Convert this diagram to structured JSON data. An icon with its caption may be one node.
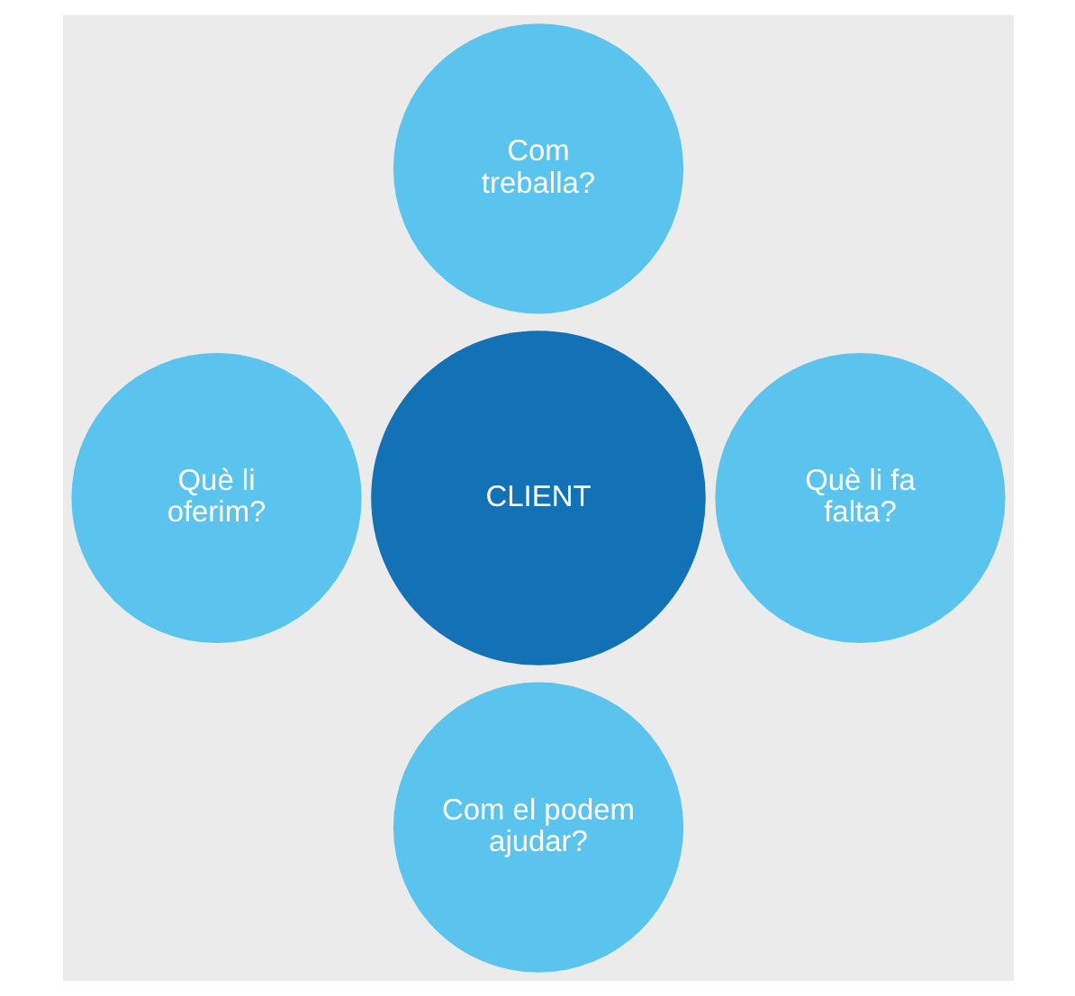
{
  "diagram": {
    "nodes": [
      {
        "text": [
          "Com treballa?"
        ]
      },
      {
        "text": [
          "Què li oferim?"
        ]
      },
      {
        "text": [
          "CLIENT"
        ]
      },
      {
        "text": [
          "Què li fa falta?"
        ]
      },
      {
        "text": [
          "Com el podem ajudar?"
        ]
      }
    ]
  }
}
